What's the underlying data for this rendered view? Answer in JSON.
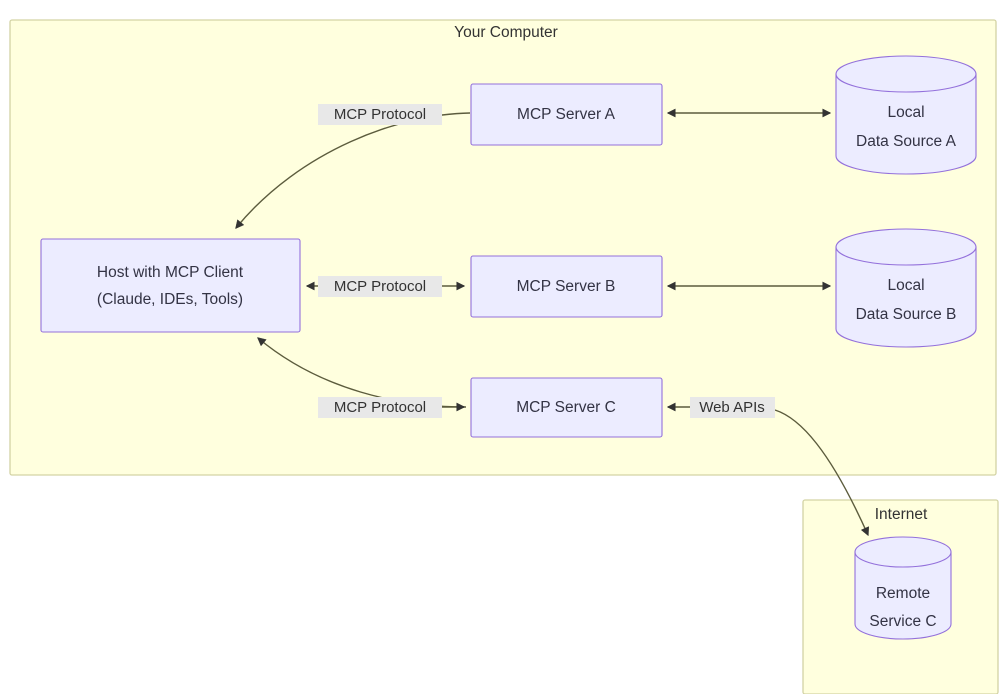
{
  "diagram": {
    "type": "flowchart",
    "clusters": [
      {
        "id": "your_computer",
        "title": "Your Computer"
      },
      {
        "id": "internet",
        "title": "Internet"
      }
    ],
    "nodes": [
      {
        "id": "host",
        "shape": "rect",
        "line1": "Host with MCP Client",
        "line2": "(Claude, IDEs, Tools)"
      },
      {
        "id": "server_a",
        "shape": "rect",
        "line1": "MCP Server A",
        "line2": ""
      },
      {
        "id": "server_b",
        "shape": "rect",
        "line1": "MCP Server B",
        "line2": ""
      },
      {
        "id": "server_c",
        "shape": "rect",
        "line1": "MCP Server C",
        "line2": ""
      },
      {
        "id": "source_a",
        "shape": "cylinder",
        "line1": "Local",
        "line2": "Data Source A"
      },
      {
        "id": "source_b",
        "shape": "cylinder",
        "line1": "Local",
        "line2": "Data Source B"
      },
      {
        "id": "remote_c",
        "shape": "cylinder",
        "line1": "Remote",
        "line2": "Service C"
      }
    ],
    "edges": [
      {
        "id": "host_server_a",
        "from": "host",
        "to": "server_a",
        "label": "MCP Protocol",
        "direction": "forward"
      },
      {
        "id": "host_server_b",
        "from": "host",
        "to": "server_b",
        "label": "MCP Protocol",
        "direction": "both"
      },
      {
        "id": "host_server_c",
        "from": "host",
        "to": "server_c",
        "label": "MCP Protocol",
        "direction": "both"
      },
      {
        "id": "a_source_a",
        "from": "server_a",
        "to": "source_a",
        "label": "",
        "direction": "both"
      },
      {
        "id": "b_source_b",
        "from": "server_b",
        "to": "source_b",
        "label": "",
        "direction": "both"
      },
      {
        "id": "c_remote_c",
        "from": "server_c",
        "to": "remote_c",
        "label": "Web APIs",
        "direction": "both"
      }
    ],
    "colors": {
      "cluster_fill": "#ffffde",
      "cluster_stroke": "#d3d3a4",
      "node_fill": "#ececff",
      "node_stroke": "#9370db",
      "edge_stroke": "#5c5c3d",
      "label_bg": "#e8e8e8",
      "text": "#333344",
      "background": "#ffffff"
    }
  }
}
